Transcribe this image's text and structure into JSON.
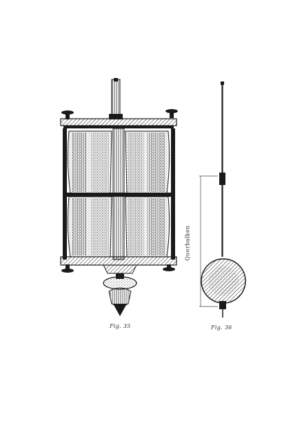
{
  "figures": [
    {
      "caption": "Fig. 35"
    },
    {
      "caption": "Fig. 36",
      "dimension_label": "Querbalken"
    }
  ],
  "colors": {
    "ink": "#1a1a1a",
    "paper": "#ffffff",
    "hatch": "#555555"
  }
}
